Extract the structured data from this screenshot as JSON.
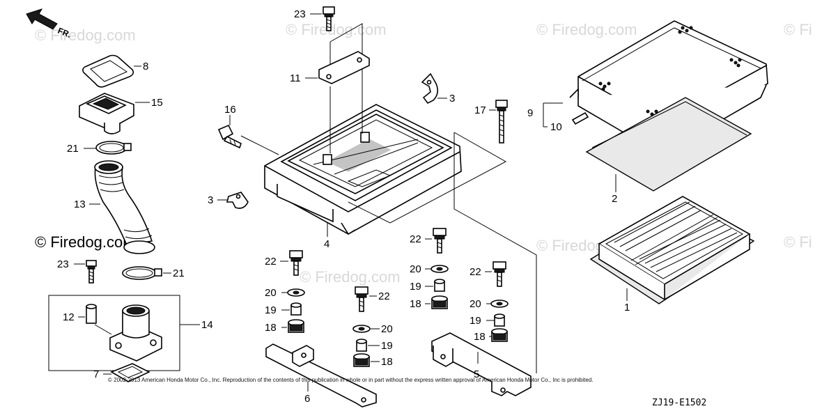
{
  "direction_label": "FR.",
  "diagram_code": "ZJ19-E1502",
  "copyright": "© 2002-2013 American Honda Motor Co., Inc. Reproduction of the contents of this publication in whole or in part without the express written approval of American Honda Motor Co., Inc is prohibited.",
  "watermark_text": "© Firedog.com",
  "watermark_partial": "© Fi",
  "callouts": {
    "c1": "1",
    "c2": "2",
    "c3a": "3",
    "c3b": "3",
    "c4": "4",
    "c5": "5",
    "c6": "6",
    "c7": "7",
    "c8": "8",
    "c9": "9",
    "c10": "10",
    "c11": "11",
    "c12": "12",
    "c13": "13",
    "c14": "14",
    "c15": "15",
    "c16": "16",
    "c17": "17",
    "c18a": "18",
    "c18b": "18",
    "c18c": "18",
    "c18d": "18",
    "c19a": "19",
    "c19b": "19",
    "c19c": "19",
    "c19d": "19",
    "c20a": "20",
    "c20b": "20",
    "c20c": "20",
    "c20d": "20",
    "c21a": "21",
    "c21b": "21",
    "c22a": "22",
    "c22b": "22",
    "c22c": "22",
    "c22d": "22",
    "c23a": "23",
    "c23b": "23"
  }
}
